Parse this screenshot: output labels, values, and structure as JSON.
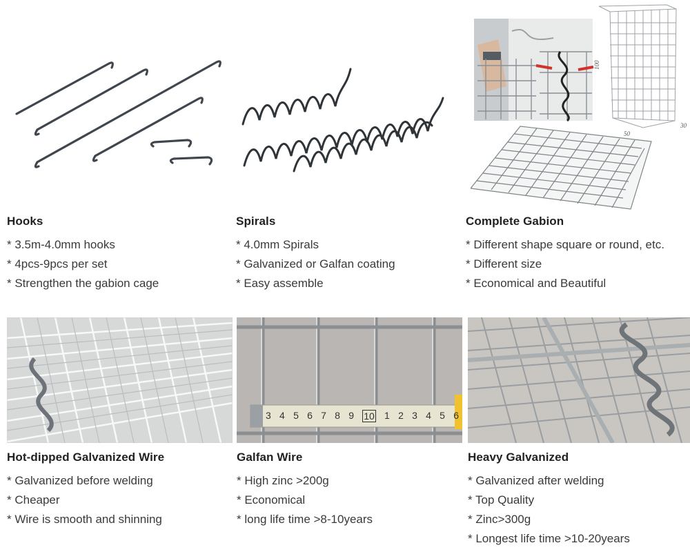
{
  "sections": [
    {
      "title": "Hooks",
      "items": [
        "* 3.5m-4.0mm hooks",
        "* 4pcs-9pcs per set",
        "* Strengthen the gabion cage"
      ]
    },
    {
      "title": "Spirals",
      "items": [
        "* 4.0mm Spirals",
        "* Galvanized or Galfan coating",
        "* Easy assemble"
      ]
    },
    {
      "title": "Complete Gabion",
      "items": [
        "* Different shape square or round, etc.",
        "* Different size",
        "* Economical and Beautiful"
      ]
    },
    {
      "title": "Hot-dipped Galvanized Wire",
      "items": [
        "* Galvanized before welding",
        "* Cheaper",
        "* Wire is smooth and shinning"
      ]
    },
    {
      "title": "Galfan Wire",
      "items": [
        "* High zinc >200g",
        "* Economical",
        "* long life time >8-10years"
      ]
    },
    {
      "title": "Heavy Galvanized",
      "items": [
        "* Galvanized after welding",
        "* Top Quality",
        "* Zinc>300g",
        "* Longest life time >10-20years"
      ]
    }
  ],
  "diagram": {
    "height_label": "100",
    "width_label": "50",
    "depth_label": "30"
  },
  "ruler": {
    "digits": [
      "3",
      "4",
      "5",
      "6",
      "7",
      "8",
      "9",
      "10",
      "1",
      "2",
      "3",
      "4",
      "5",
      "6"
    ]
  }
}
